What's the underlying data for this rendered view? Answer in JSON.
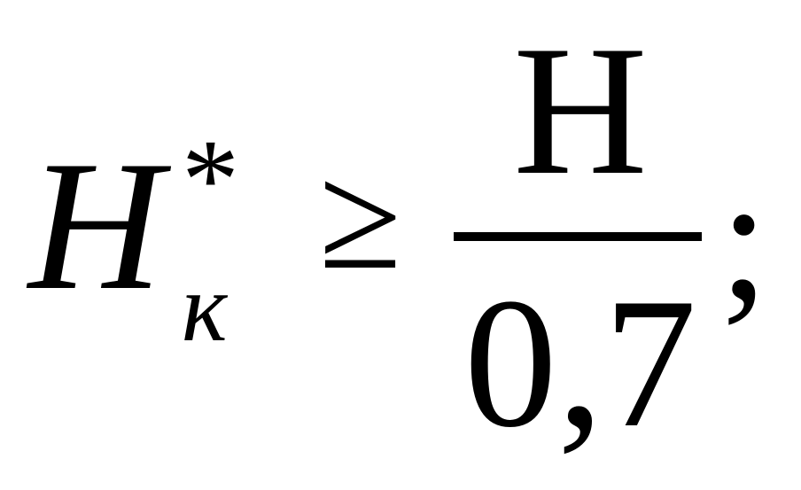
{
  "formula": {
    "lhs_symbol": "H",
    "lhs_superscript": "*",
    "lhs_subscript": "к",
    "relation": "≥",
    "numerator": "Н",
    "denominator": "0,7",
    "terminator": ";"
  }
}
